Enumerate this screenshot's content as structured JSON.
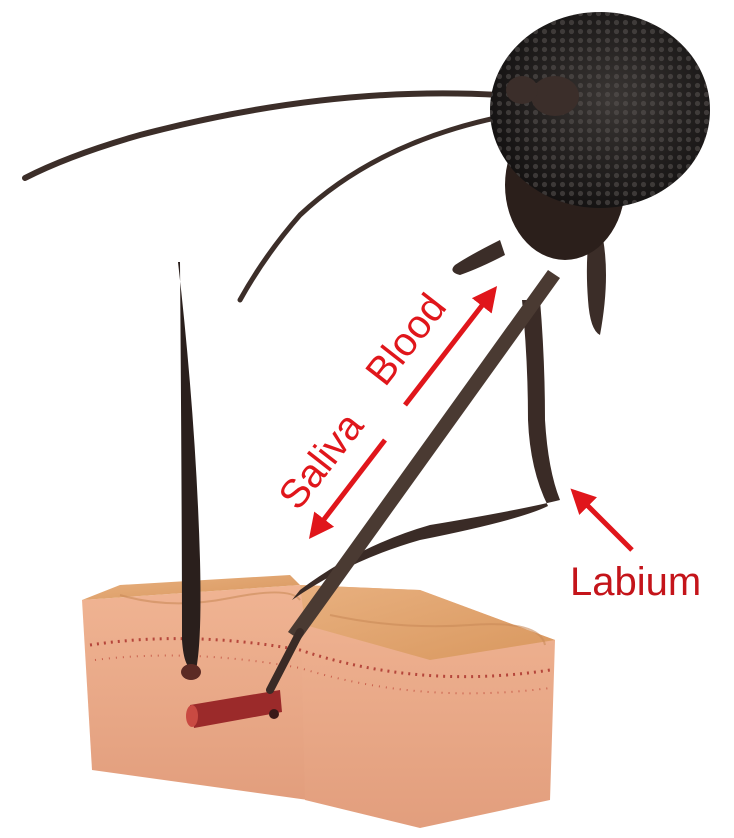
{
  "labels": {
    "saliva": "Saliva",
    "blood": "Blood",
    "labium": "Labium"
  },
  "colors": {
    "annotation": "#e0161b",
    "label_text": "#c4141a",
    "background": "#ffffff",
    "insect_body": "#2b1f1b",
    "skin_block": "#e9a98a",
    "skin_top": "#d99b74",
    "capillary": "#9b2a2a"
  }
}
